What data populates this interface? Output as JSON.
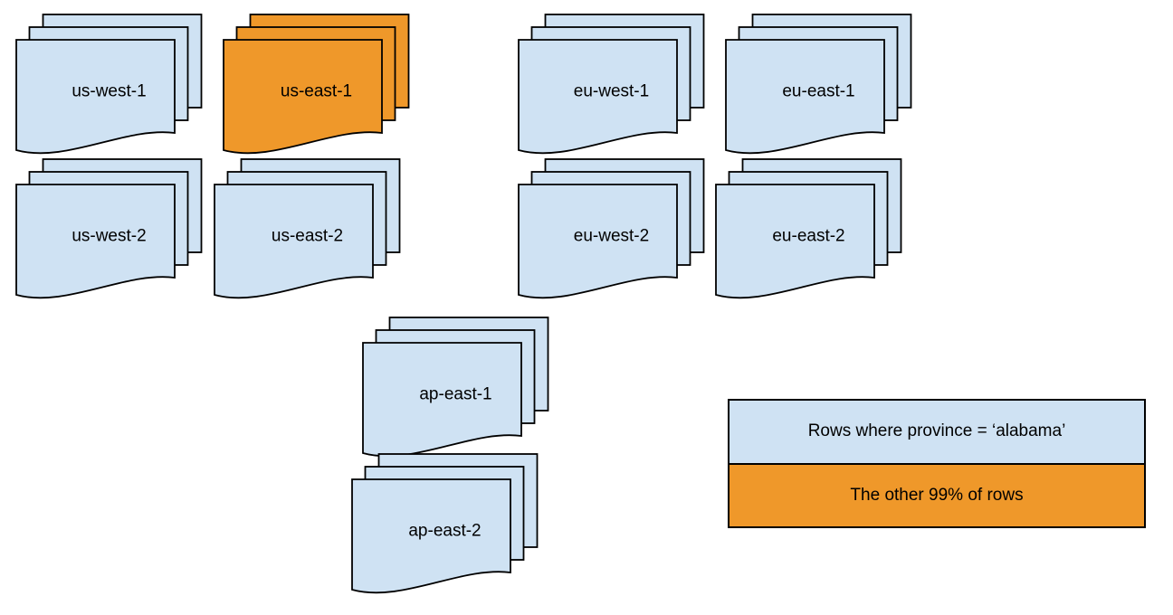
{
  "colors": {
    "default_fill": "#cfe2f3",
    "highlight_fill": "#ef982a",
    "stroke": "#000000",
    "background": "#ffffff",
    "text": "#000000"
  },
  "stacks": [
    {
      "id": "us-west-1",
      "label": "us-west-1",
      "variant": "default"
    },
    {
      "id": "us-east-1",
      "label": "us-east-1",
      "variant": "highlight"
    },
    {
      "id": "eu-west-1",
      "label": "eu-west-1",
      "variant": "default"
    },
    {
      "id": "eu-east-1",
      "label": "eu-east-1",
      "variant": "default"
    },
    {
      "id": "us-west-2",
      "label": "us-west-2",
      "variant": "default"
    },
    {
      "id": "us-east-2",
      "label": "us-east-2",
      "variant": "default"
    },
    {
      "id": "eu-west-2",
      "label": "eu-west-2",
      "variant": "default"
    },
    {
      "id": "eu-east-2",
      "label": "eu-east-2",
      "variant": "default"
    },
    {
      "id": "ap-east-1",
      "label": "ap-east-1",
      "variant": "default"
    },
    {
      "id": "ap-east-2",
      "label": "ap-east-2",
      "variant": "default"
    }
  ],
  "legend": {
    "rows": [
      {
        "id": "province-rows",
        "label": "Rows where province = ‘alabama’",
        "variant": "default"
      },
      {
        "id": "other-rows",
        "label": "The other 99% of rows",
        "variant": "highlight"
      }
    ]
  }
}
